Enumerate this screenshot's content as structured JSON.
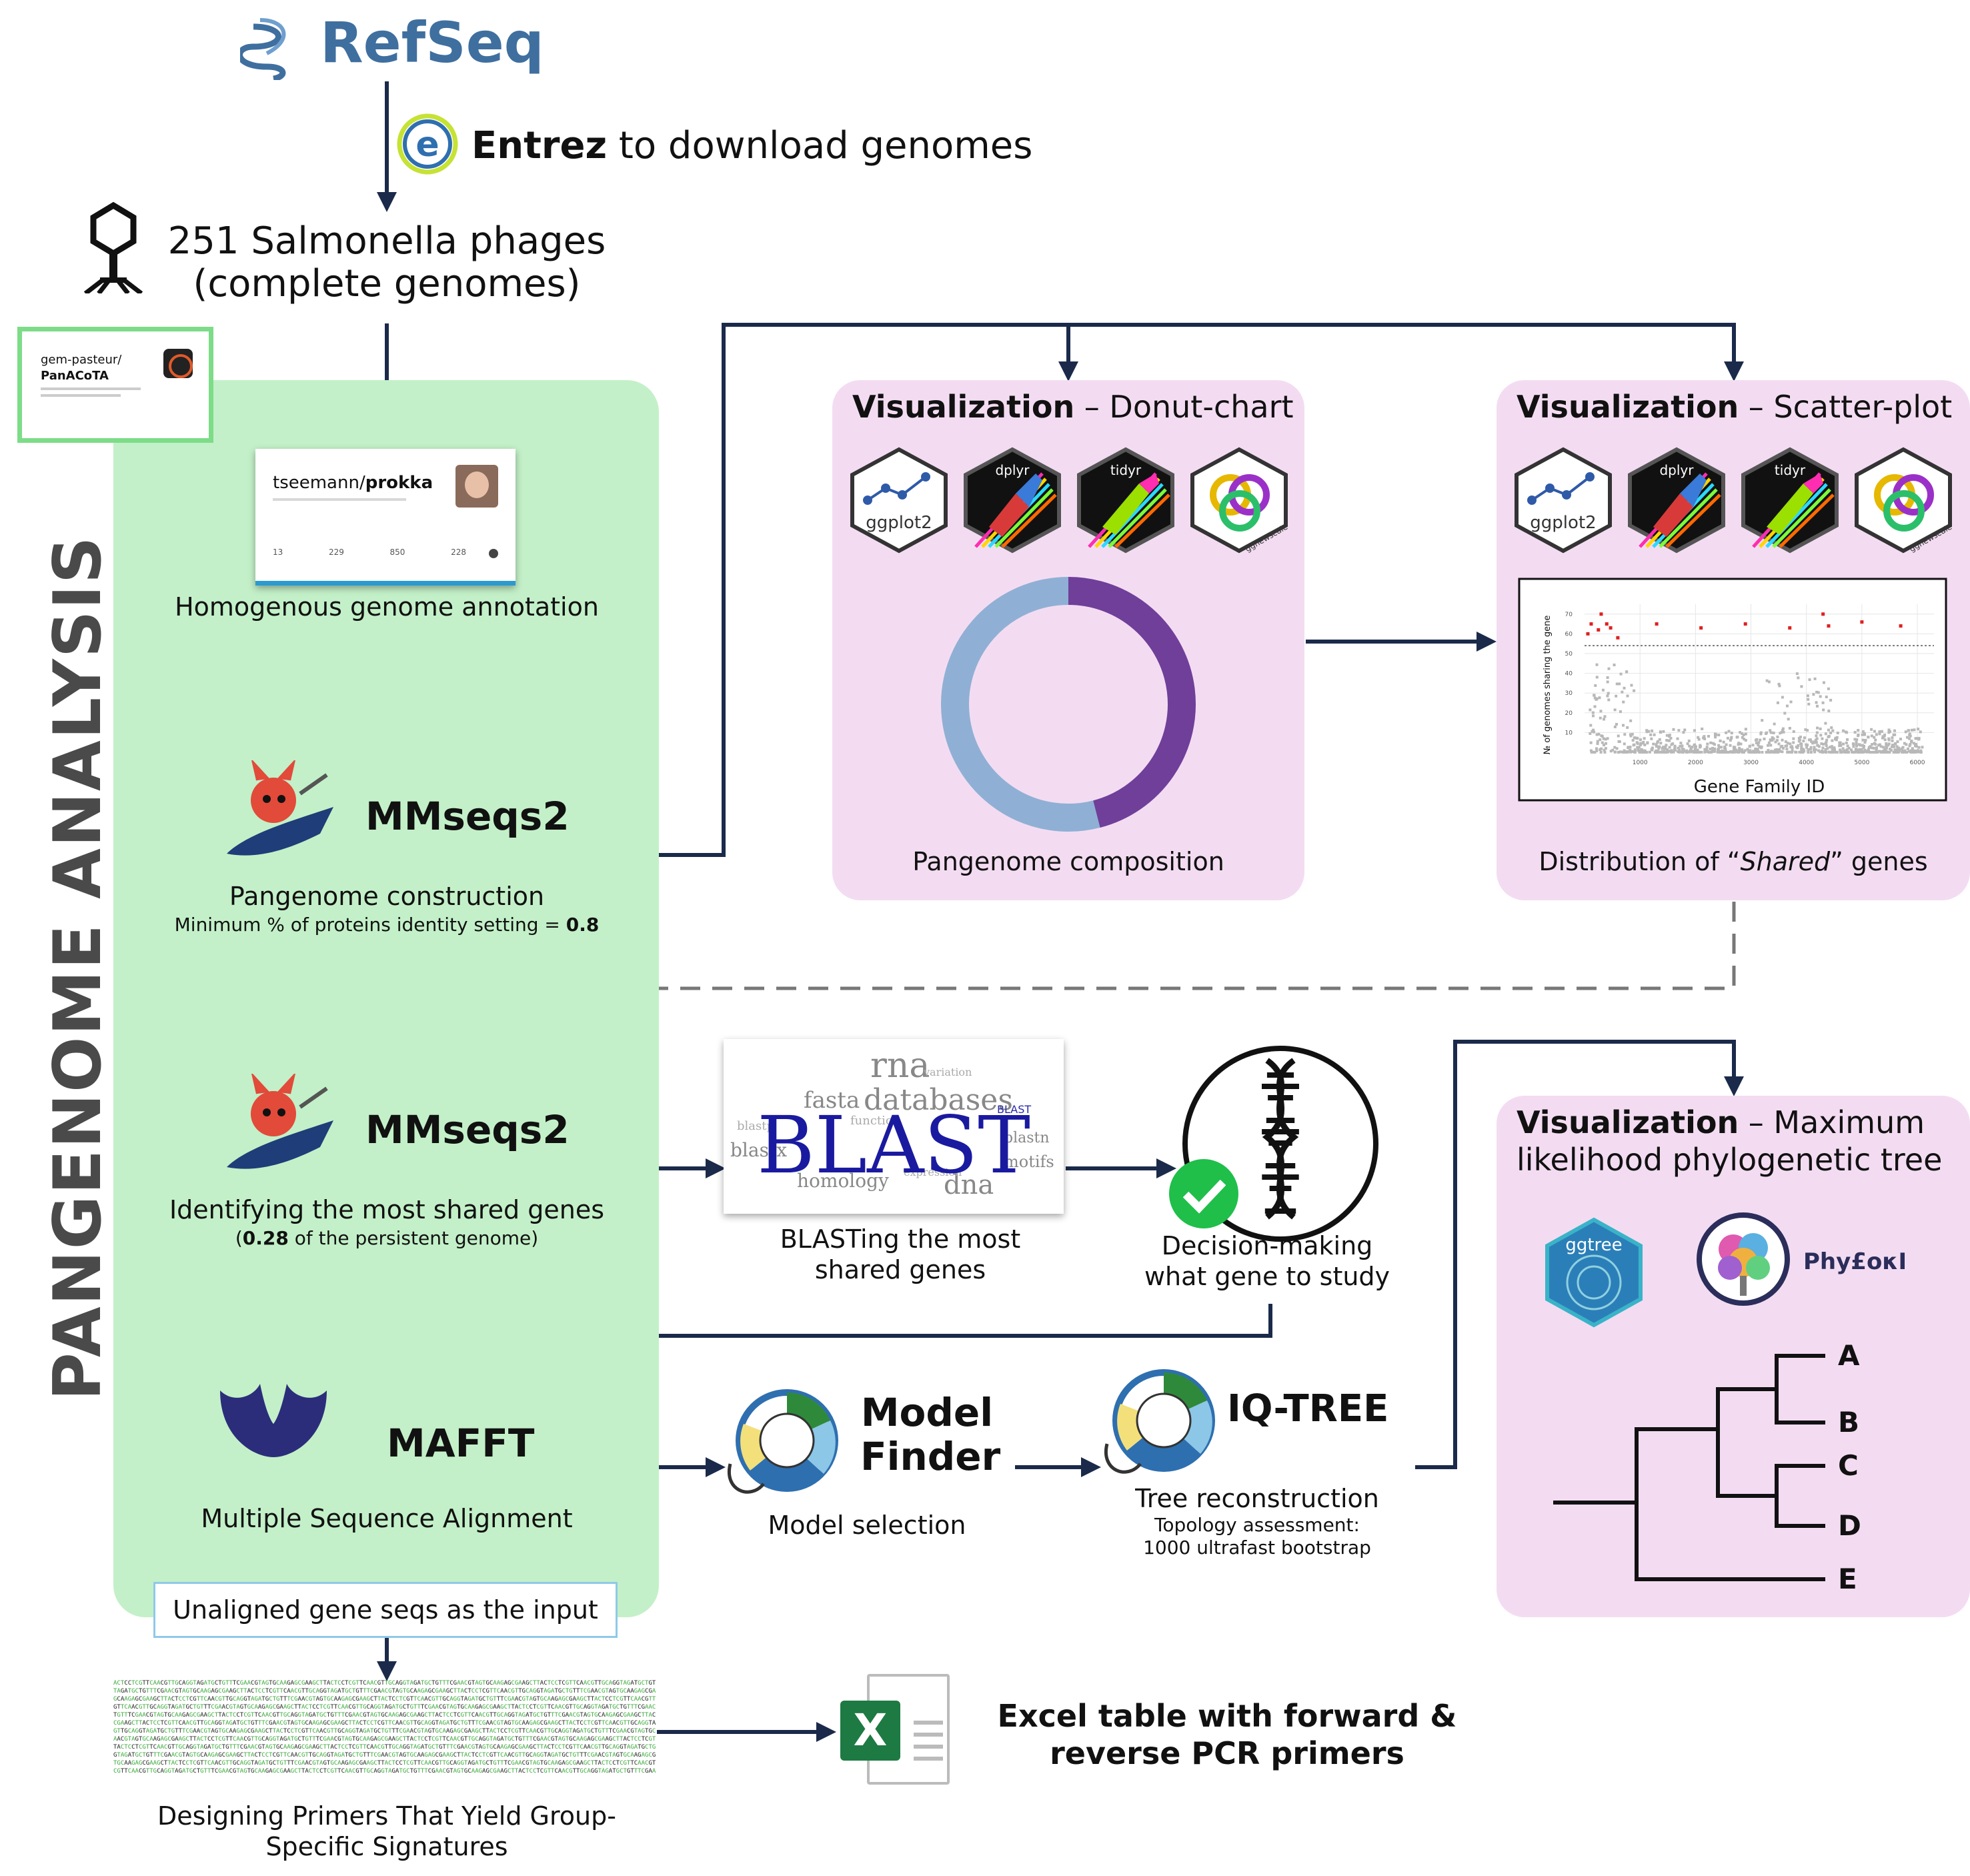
{
  "refseq": {
    "title": "RefSeq"
  },
  "entrez": {
    "bold": "Entrez",
    "rest": " to download genomes"
  },
  "phages": {
    "line1": "251 Salmonella phages",
    "line2": "(complete genomes)"
  },
  "pangenome_title": "PANGENOME ANALYSIS",
  "panacota_card": {
    "owner": "gem-pasteur/",
    "repo": "PanACoTA"
  },
  "prokka_card": {
    "owner": "tseemann/",
    "repo": "prokka",
    "stats": [
      "13",
      "229",
      "850",
      "228"
    ]
  },
  "annotation_caption": "Homogenous genome annotation",
  "mmseqs1": {
    "title": "MMseqs2",
    "caption": "Pangenome construction",
    "sub_prefix": "Minimum % of proteins identity setting = ",
    "sub_value": "0.8"
  },
  "mmseqs2": {
    "title": "MMseqs2",
    "caption": "Identifying the most shared genes",
    "sub_open": "(",
    "sub_value": "0.28",
    "sub_rest": " of the persistent genome)"
  },
  "mafft": {
    "title": "MAFFT",
    "caption": "Multiple Sequence Alignment"
  },
  "unaligned_box": "Unaligned gene seqs as the input",
  "primers_caption": {
    "line1": "Designing Primers That Yield Group-",
    "line2": "Specific Signatures"
  },
  "excel": {
    "letter": "X",
    "line1": "Excel table with forward &",
    "line2": "reverse PCR primers"
  },
  "blast": {
    "logo": "BLAST",
    "caption1": "BLASTing the most",
    "caption2": "shared genes",
    "cloud_words": [
      "rna",
      "fasta",
      "databases",
      "BLAST",
      "blastx",
      "homology",
      "dna",
      "blastn",
      "motifs",
      "function",
      "blastp",
      "variation",
      "expression"
    ]
  },
  "decision": {
    "line1": "Decision-making",
    "line2": "what gene to study"
  },
  "modelfinder": {
    "title1": "Model",
    "title2": "Finder",
    "caption": "Model selection"
  },
  "iqtree": {
    "title": "IQ-TREE",
    "caption": "Tree reconstruction",
    "sub1": "Topology assessment:",
    "sub2": "1000 ultrafast bootstrap"
  },
  "viz_donut": {
    "bold": "Visualization",
    "rest": " – Donut-chart",
    "caption": "Pangenome composition"
  },
  "viz_scatter": {
    "bold": "Visualization",
    "rest": " – Scatter-plot",
    "caption_pre": "Distribution of “",
    "caption_italic": "Shared",
    "caption_post": "” genes"
  },
  "viz_tree": {
    "bold": "Visualization",
    "rest": " – Maximum",
    "line2": "likelihood phylogenetic tree",
    "ggtree": "ggtree",
    "phyloki": "Phy£οκΙ"
  },
  "hex_labels": {
    "ggplot2": "ggplot2",
    "dplyr": "dplyr",
    "tidyr": "tidyr",
    "ggnewscale": "ggnewscale"
  },
  "tree_leaves": [
    "A",
    "B",
    "C",
    "D",
    "E"
  ],
  "colors": {
    "green_panel": "#c3f0c8",
    "pink_panel": "#f3dcf2",
    "arrow": "#1b2a4a",
    "donut_purple": "#6f3f9a",
    "donut_blue": "#8fb0d4",
    "refseq_blue": "#3f6f9f",
    "excel_green": "#1d7a43"
  },
  "donut_data": {
    "type": "pie",
    "values": [
      46,
      54
    ]
  },
  "scatter": {
    "chart_data": {
      "type": "scatter",
      "xlabel": "Gene Family ID",
      "ylabel": "№ of genomes sharing the gene",
      "xlim": [
        0,
        6300
      ],
      "ylim": [
        0,
        75
      ],
      "xticks": [
        "1000",
        "2000",
        "3000",
        "4000",
        "5000",
        "6000"
      ],
      "yticks": [
        "10",
        "20",
        "30",
        "40",
        "50",
        "60",
        "70"
      ],
      "threshold": 54,
      "highlight_x": [
        60,
        120,
        250,
        300,
        400,
        470,
        600,
        1300,
        2100,
        2900,
        3700,
        4300,
        4400,
        5000,
        5700
      ],
      "highlight_y": [
        60,
        65,
        62,
        70,
        65,
        63,
        58,
        65,
        63,
        65,
        63,
        70,
        64,
        66,
        64
      ]
    }
  }
}
